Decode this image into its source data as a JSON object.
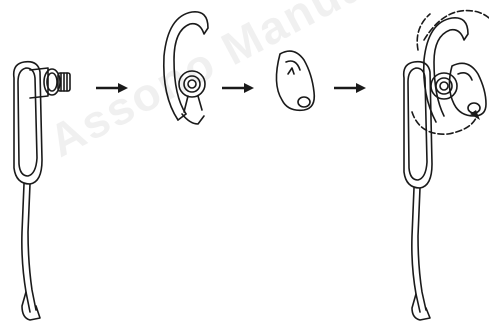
{
  "figure": {
    "steps": [
      {
        "id": "headset-base",
        "icon": "headset-without-earhook-icon"
      },
      {
        "id": "earhook",
        "icon": "earhook-icon"
      },
      {
        "id": "eartip",
        "icon": "eartip-icon"
      },
      {
        "id": "headset-assembled",
        "icon": "headset-assembled-rotate-icon"
      }
    ],
    "arrow_icon": "right-arrow-icon",
    "watermark_text": "Assono Manuals"
  },
  "colors": {
    "line": "#1a1a1a",
    "background": "#ffffff"
  }
}
